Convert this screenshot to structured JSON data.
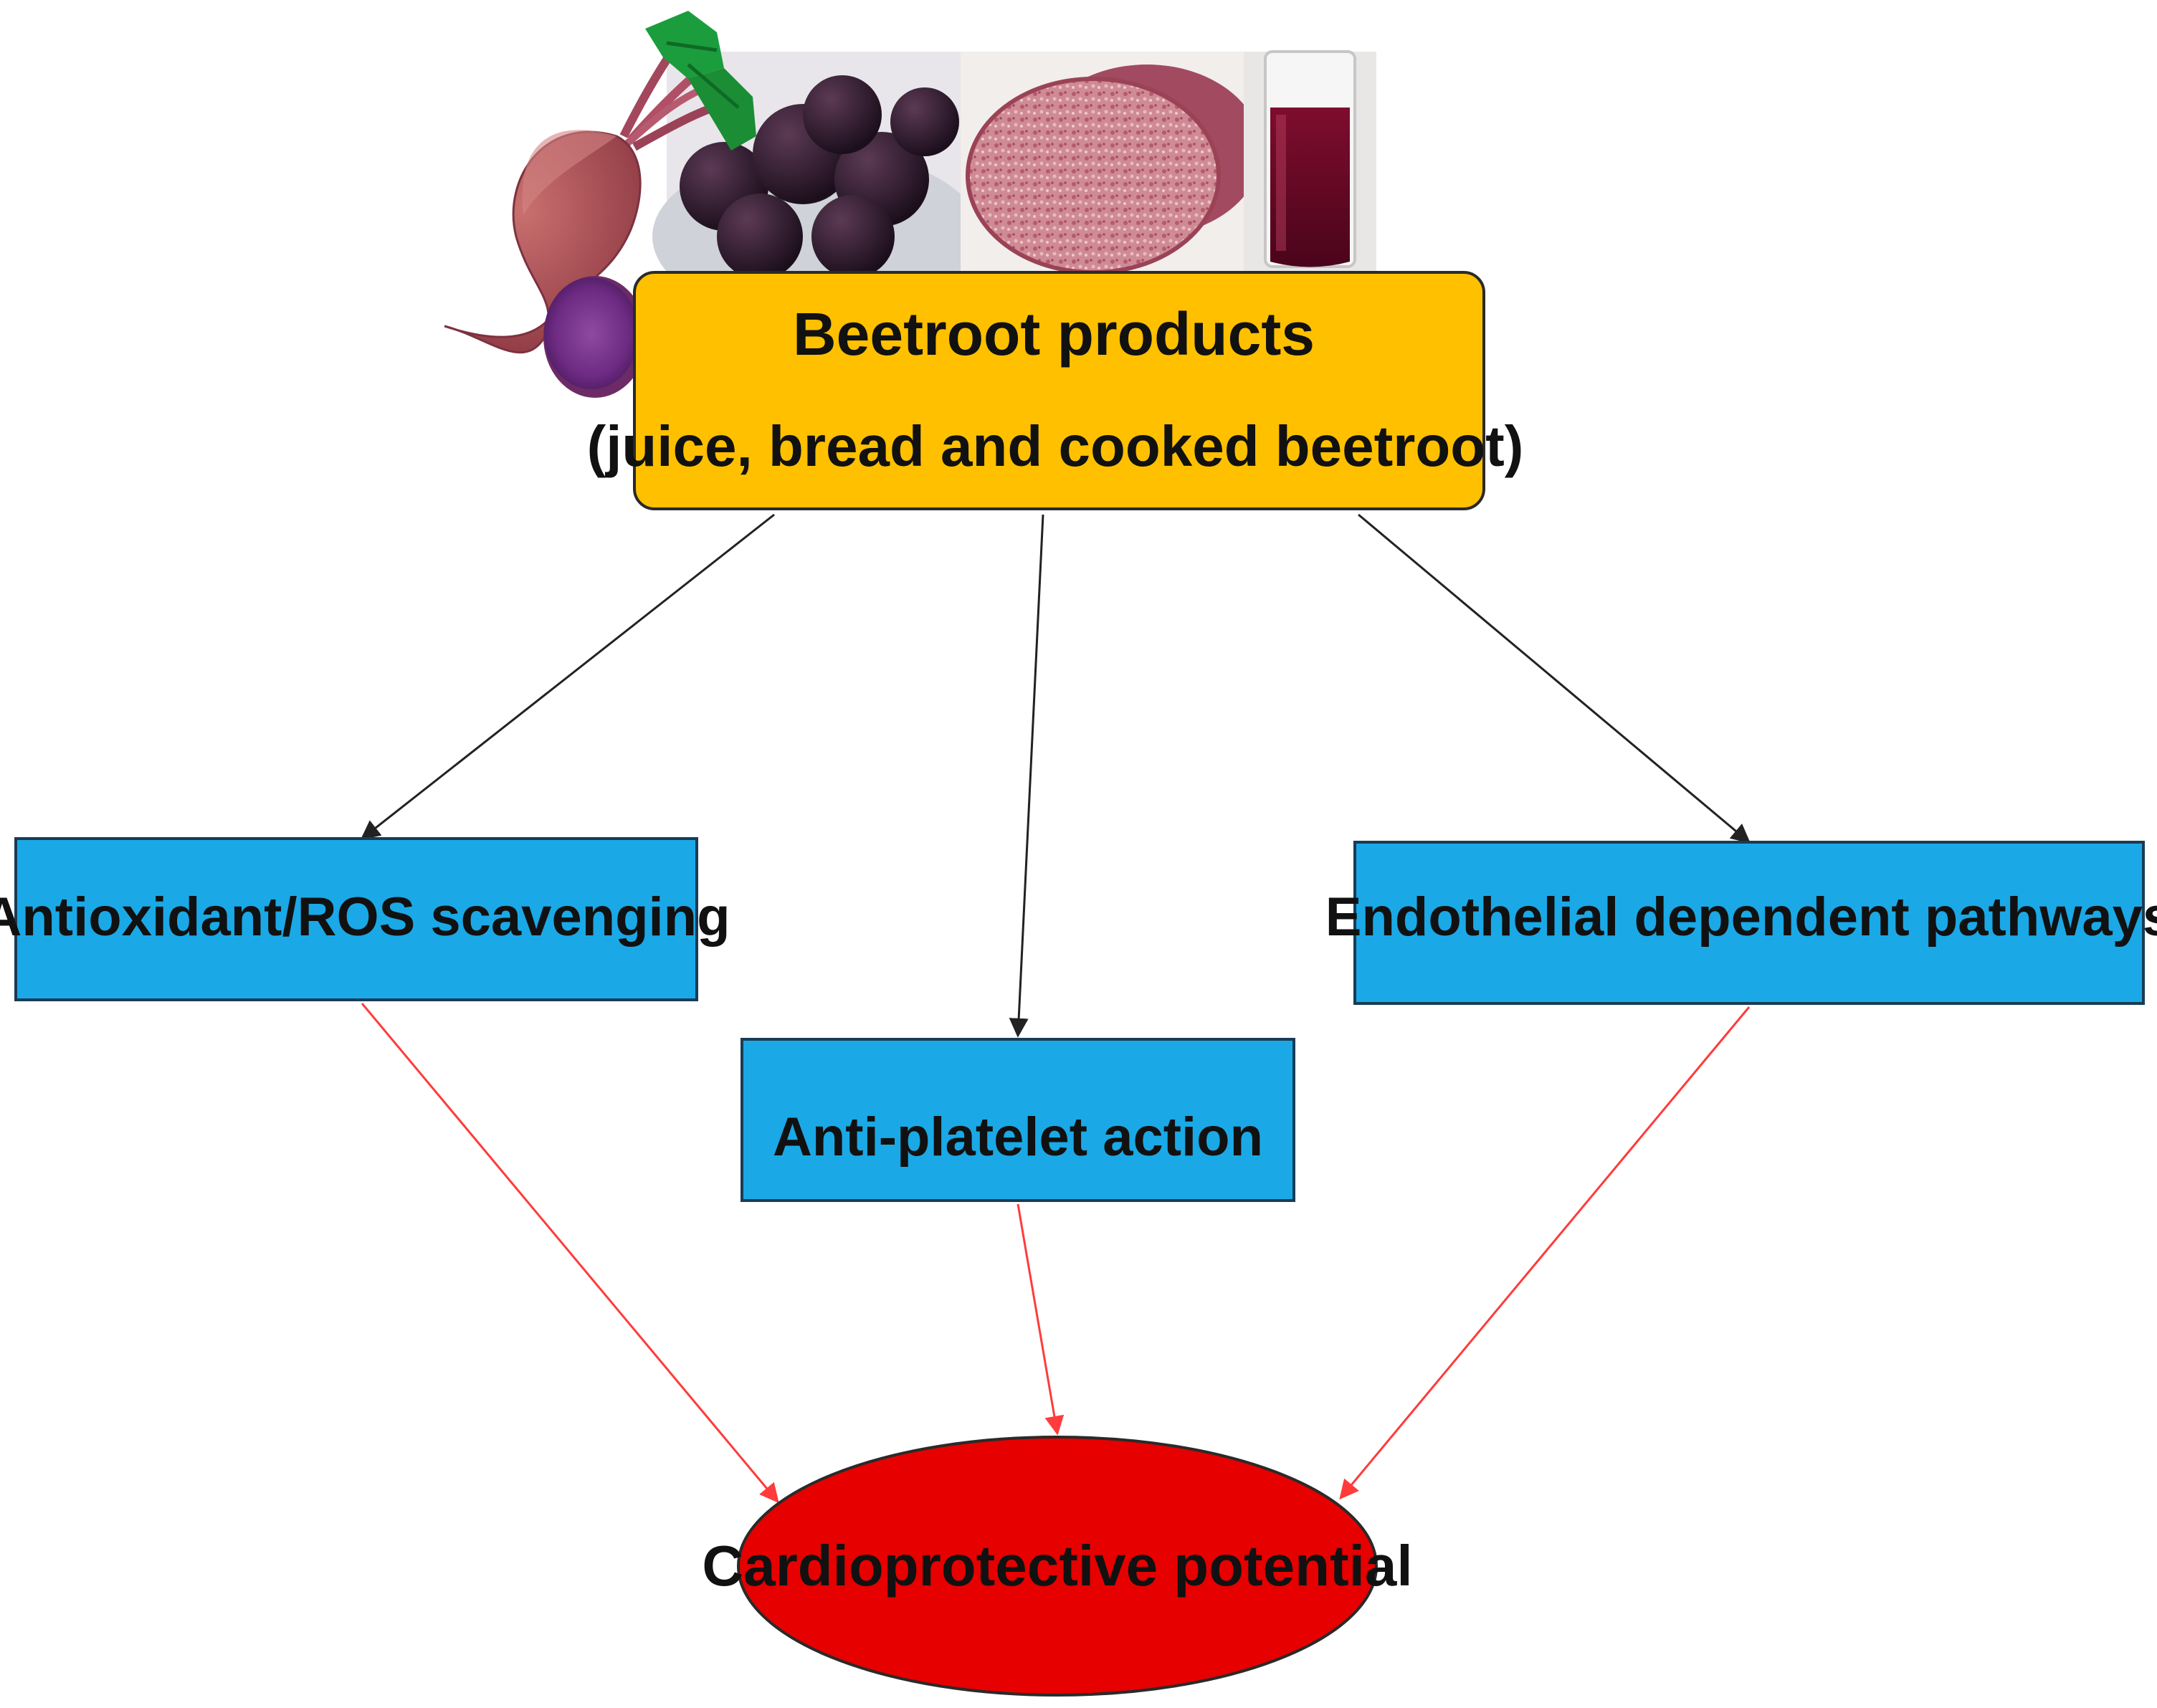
{
  "source": {
    "line1": "Beetroot products",
    "line2": "(juice, bread and cooked beetroot)"
  },
  "mechanisms": {
    "left": "Antioxidant/ROS scavenging",
    "center": "Anti-platelet action",
    "right": "Endothelial dependent pathways"
  },
  "outcome": {
    "label": "Cardioprotective potential"
  },
  "colors": {
    "source_box": "#ffc000",
    "mechanism_box": "#1aa9e6",
    "outcome_ellipse": "#e60000",
    "black_arrow": "#222222",
    "red_arrow": "#ff3b3b"
  },
  "images": [
    "beetroot-illustration",
    "cooked-beetroot-photo",
    "beetroot-bread-photo",
    "beetroot-juice-photo",
    "sliced-beetroot-illustration"
  ]
}
